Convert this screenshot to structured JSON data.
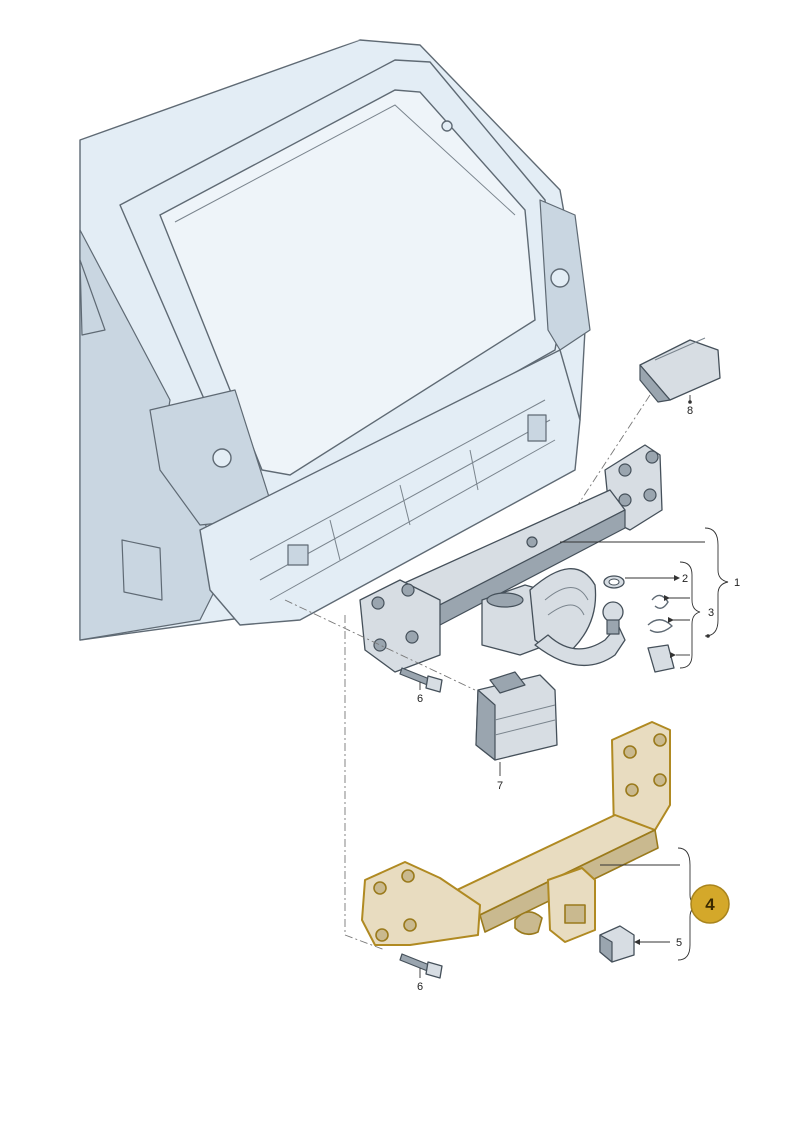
{
  "callouts": {
    "c1": "1",
    "c2": "2",
    "c3": "3",
    "c4": "4",
    "c5": "5",
    "c6a": "6",
    "c6b": "6",
    "c7": "7",
    "c8": "8"
  },
  "colors": {
    "highlight_badge": "#d4a82a",
    "highlight_outline": "#b08a22",
    "vehicle_fill": "#e3edf5"
  }
}
